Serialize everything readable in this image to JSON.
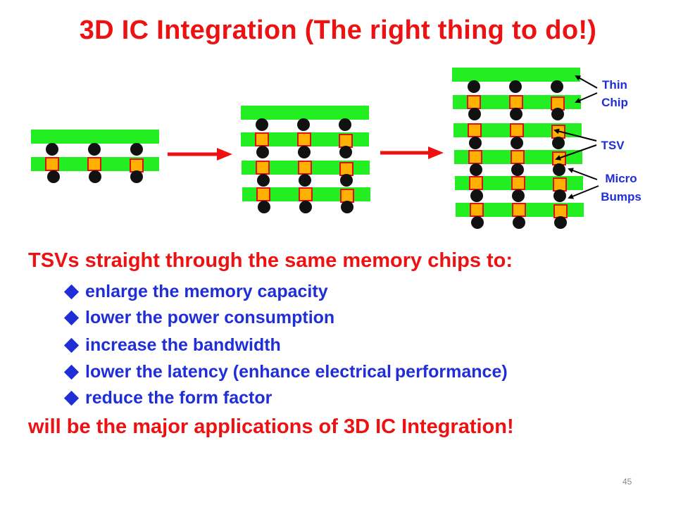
{
  "slide": {
    "title": "3D IC Integration (The right thing to do!)",
    "heading": "TSVs straight through the same memory chips to:",
    "bullets": [
      "enlarge the memory capacity",
      "lower the power consumption",
      "increase the bandwidth",
      "lower the latency (enhance electrical performance)",
      "reduce the form factor"
    ],
    "conclusion": "will be the major applications of 3D IC Integration!",
    "page_number": "45"
  },
  "diagram": {
    "labels": {
      "thin_chip": [
        "Thin",
        "Chip"
      ],
      "tsv": "TSV",
      "micro_bumps": [
        "Micro",
        "Bumps"
      ]
    },
    "stacks": [
      {
        "chip_count": 2
      },
      {
        "chip_count": 4
      },
      {
        "chip_count": 6
      }
    ],
    "colors": {
      "chip": "#22ee22",
      "bump": "#111111",
      "tsv_fill": "#ffb000",
      "tsv_border": "#dd1111",
      "arrow_red": "#ee1111",
      "text_red": "#ee1111",
      "text_blue": "#1f2ed6"
    }
  }
}
